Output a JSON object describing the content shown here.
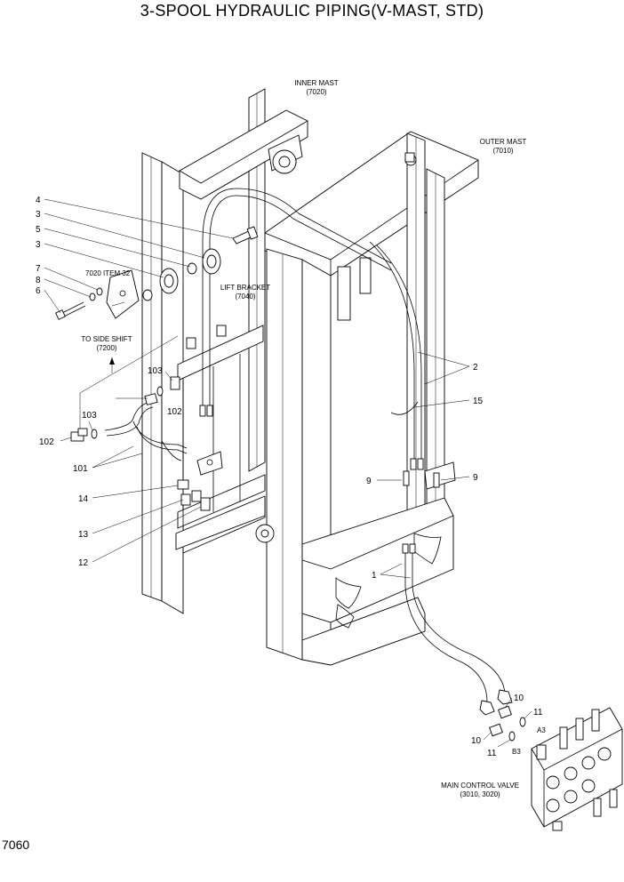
{
  "title": "3-SPOOL HYDRAULIC PIPING(V-MAST, STD)",
  "page_code": "7060",
  "labels": {
    "inner_mast": [
      "INNER MAST",
      "(7020)"
    ],
    "outer_mast": [
      "OUTER MAST",
      "(7010)"
    ],
    "item_7020_32": "7020 ITEM 32",
    "lift_bracket": [
      "LIFT BRACKET",
      "(7040)"
    ],
    "to_side_shift": [
      "TO SIDE SHIFT",
      "(7200)"
    ],
    "main_control_valve": [
      "MAIN CONTROL VALVE",
      "(3010, 3020)"
    ],
    "port_a3": "A3",
    "port_b3": "B3"
  },
  "callouts": [
    {
      "id": "c4",
      "text": "4"
    },
    {
      "id": "c3a",
      "text": "3"
    },
    {
      "id": "c5",
      "text": "5"
    },
    {
      "id": "c3b",
      "text": "3"
    },
    {
      "id": "c7",
      "text": "7"
    },
    {
      "id": "c8",
      "text": "8"
    },
    {
      "id": "c6",
      "text": "6"
    },
    {
      "id": "c103a",
      "text": "103"
    },
    {
      "id": "c102a",
      "text": "102"
    },
    {
      "id": "c103b",
      "text": "103"
    },
    {
      "id": "c102b",
      "text": "102"
    },
    {
      "id": "c101",
      "text": "101"
    },
    {
      "id": "c14",
      "text": "14"
    },
    {
      "id": "c13",
      "text": "13"
    },
    {
      "id": "c12",
      "text": "12"
    },
    {
      "id": "c2",
      "text": "2"
    },
    {
      "id": "c15",
      "text": "15"
    },
    {
      "id": "c9a",
      "text": "9"
    },
    {
      "id": "c9b",
      "text": "9"
    },
    {
      "id": "c1",
      "text": "1"
    },
    {
      "id": "c10a",
      "text": "10"
    },
    {
      "id": "c11a",
      "text": "11"
    },
    {
      "id": "c10b",
      "text": "10"
    },
    {
      "id": "c11b",
      "text": "11"
    }
  ]
}
